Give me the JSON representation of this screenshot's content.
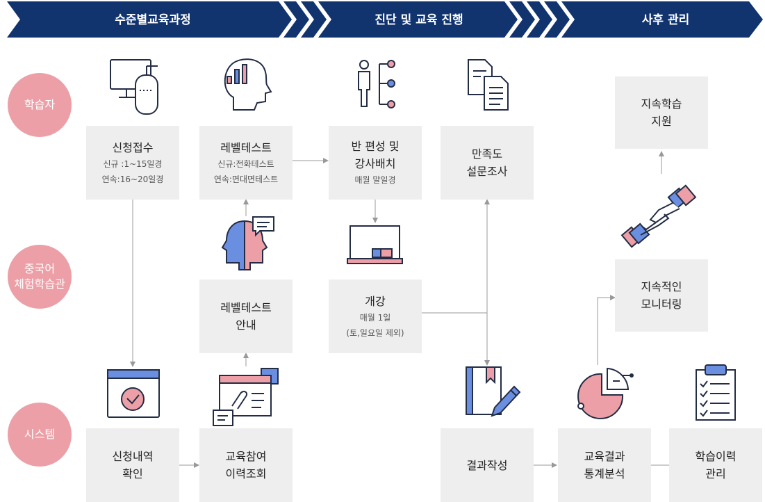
{
  "colors": {
    "navy": "#11336e",
    "pink": "#ec9fa6",
    "blue": "#6b8fe0",
    "box_bg": "#eeeeee",
    "arrow": "#999999",
    "icon_line": "#232c45"
  },
  "phases": [
    {
      "label": "수준별교육과정"
    },
    {
      "label": "진단 및 교육 진행"
    },
    {
      "label": "사후 관리"
    }
  ],
  "lanes": [
    {
      "label": "학습자"
    },
    {
      "label": "중국어\n체험학습관"
    },
    {
      "label": "시스템"
    }
  ],
  "boxes": {
    "application": {
      "title": "신청접수",
      "sub1": "신규 :1~15일경",
      "sub2": "연속:16~20일경"
    },
    "level_test": {
      "title": "레벨테스트",
      "sub1": "신규:전화테스트",
      "sub2": "연속:면대면테스트"
    },
    "class_assign": {
      "title": "반 편성 및\n강사배치",
      "sub1": "매월 말일경"
    },
    "survey": {
      "title": "만족도\n설문조사"
    },
    "continuous_support": {
      "title": "지속학습\n지원"
    },
    "level_test_notice": {
      "title": "레벨테스트\n안내"
    },
    "class_open": {
      "title": "개강",
      "sub1": "매월 1일",
      "sub2": "(토,일요일 제외)"
    },
    "monitoring": {
      "title": "지속적인\n모니터링"
    },
    "application_history": {
      "title": "신청내역\n확인"
    },
    "education_history": {
      "title": "교육참여\n이력조회"
    },
    "result_writing": {
      "title": "결과작성"
    },
    "statistics": {
      "title": "교육결과\n통계분석"
    },
    "learning_history": {
      "title": "학습이력\n관리"
    }
  },
  "icons": [
    "computer-icon",
    "brain-chart-icon",
    "org-tree-icon",
    "documents-icon",
    "classroom-board-icon",
    "two-heads-speech-icon",
    "handshake-icon",
    "browser-check-icon",
    "browser-clip-icon",
    "notebook-pencil-icon",
    "pie-chart-icon",
    "clipboard-checklist-icon"
  ]
}
